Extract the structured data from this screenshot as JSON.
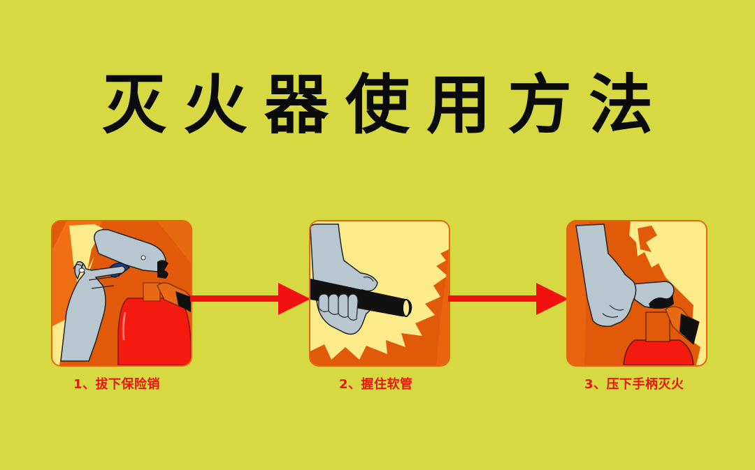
{
  "title": "灭火器使用方法",
  "colors": {
    "background": "#D6D942",
    "title": "#0A0A0A",
    "caption": "#E8160E",
    "arrow": "#F01010",
    "panel_orange": "#E05A0A",
    "panel_cream": "#FCEB8A",
    "glove": "#B7C6CF",
    "extinguisher": "#F51A10"
  },
  "steps": [
    {
      "number": "1",
      "label": "1、拔下保险销",
      "text": "拔下保险销",
      "illustration": "pull-safety-pin"
    },
    {
      "number": "2",
      "label": "2、握住软管",
      "text": "握住软管",
      "illustration": "grip-hose"
    },
    {
      "number": "3",
      "label": "3、压下手柄灭火",
      "text": "压下手柄灭火",
      "illustration": "press-handle"
    }
  ],
  "arrows": [
    {
      "from": "1",
      "to": "2",
      "icon": "arrow-right-icon"
    },
    {
      "from": "2",
      "to": "3",
      "icon": "arrow-right-icon"
    }
  ]
}
